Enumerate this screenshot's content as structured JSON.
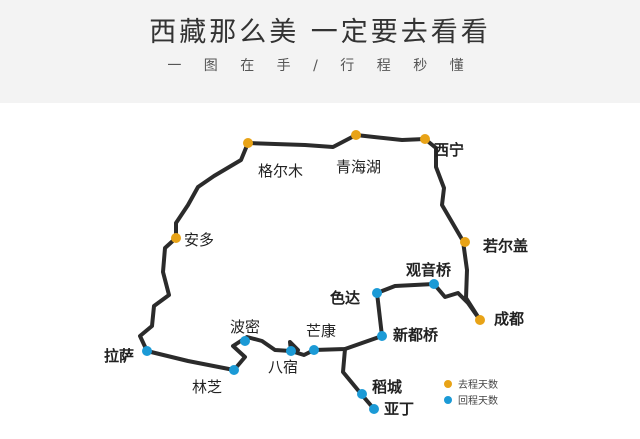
{
  "header": {
    "title": "西藏那么美  一定要去看看",
    "subtitle": "一 图 在 手  /  行 程 秒 懂"
  },
  "colors": {
    "outbound": "#e8a317",
    "return": "#1b9ad6",
    "route": "#2b2b2b",
    "header_bg": "#f3f3f3"
  },
  "places": {
    "geermu": "格尔木",
    "qinghaihu": "青海湖",
    "xining": "西宁",
    "anduo": "安多",
    "ruoergai": "若尔盖",
    "chengdu": "成都",
    "lasa": "拉萨",
    "linzhi": "林芝",
    "bomi": "波密",
    "basu": "八宿",
    "mangkang": "芒康",
    "seda": "色达",
    "guanyinqiao": "观音桥",
    "xinduqiao": "新都桥",
    "daocheng": "稻城",
    "yading": "亚丁"
  },
  "legend": {
    "outbound": "去程天数",
    "return": "回程天数"
  }
}
